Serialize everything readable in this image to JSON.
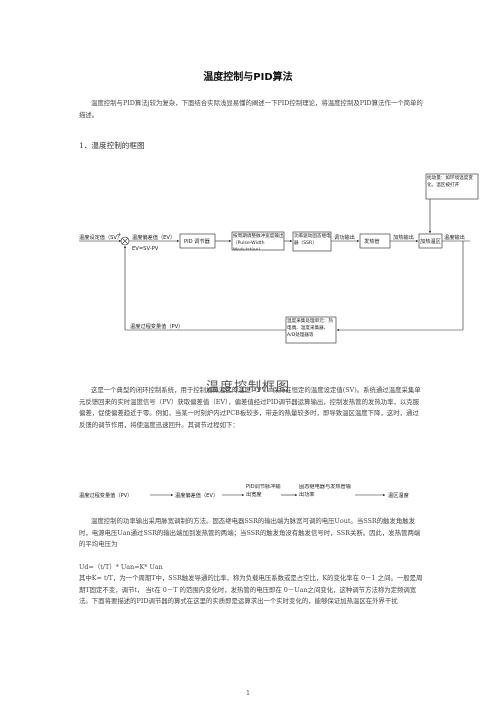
{
  "title": "温度控制与PID算法",
  "intro": "温度控制与PID算法j较为复杂，下面结合实际浅显易懂的阐述一下PID控制理论，将温度控制及PID算法作一个简单的描述。",
  "section1": "1．温度控制的框图",
  "diagram1": {
    "setpoint_label": "温度设定值（SV）",
    "sum_sign": "+",
    "error_label": "温度偏差值（EV）",
    "error_formula": "EV=SV-PV",
    "pid_block": "PID 调节器",
    "pwm_block": "按周期调整脉冲宽度输出（Pulse-Width Modulation）",
    "ssr_block": "功率驱动固态继电器（SSR）",
    "heat_out": "调功输出",
    "heater_block": "发热管",
    "heat_power": "加热输出",
    "zone_block": "加热温区",
    "temp_output": "温度输出",
    "disturbance": "扰动量：如环境温度变化，温区被打开",
    "feedback_label": "温度过程变量值（PV）",
    "sensor_block": "温度采集处理单元：热电偶、温度采集器、A/D处理器等"
  },
  "diagram1_caption": "温度控制框图",
  "para2": "这是一个典型的闭环控制系统，用于控制加热温区的温度（PV）保持在恒定的温度设定值(SV)。系统通过温度采集单元反馈回来的实时温度信号（PV）获取偏差值（EV），偏差值经过PID调节器运算输出，控制发热管的发热功率，以克服偏差，促使偏差趋近于零。例如，当某一时刻炉内过PCB板较多，带走的热量较多时，即导致温区温度下降，这时，通过反馈的调节作用，将使温度迅速回升。其调节过程如下：",
  "diagram2": {
    "pv": "温度过程变量值（PV）",
    "ev": "温度偏差值（EV）",
    "pid": "PID调节脉冲输出宽度",
    "ssr": "固态继电器与发热管输出功率",
    "zone": "温区温度"
  },
  "para3": "温度控制的功率输出采用脉宽调制的方法。固态继电器SSR的输出端为脉宽可调的电压Uout。当SSR的触发角触发时，电源电压Uan通过SSR的输出端加到发热管的两端；当SSR的触发角没有触发信号时，SSR关断。因此，发热管两端的平均电压为",
  "formula": "Ud=（t/T）* Uan=K* Uan",
  "para4": "其中K= t/T，为一个周期T中，SSR触发导通的比率，称为负载电压系数或是占空比，K的变化率在 0－1 之间。一般是周期T固定不变，调节t， 当t在 0－T 的范围内变化时，发热管的电压即在 0－Uan之间变化，这种调节方法称为定频调宽法。下面将要描述的PID调节器的算式在这里的实质即是运算求出一个实时变化的，能够保证加热温区在外界干扰",
  "page_number": "1"
}
